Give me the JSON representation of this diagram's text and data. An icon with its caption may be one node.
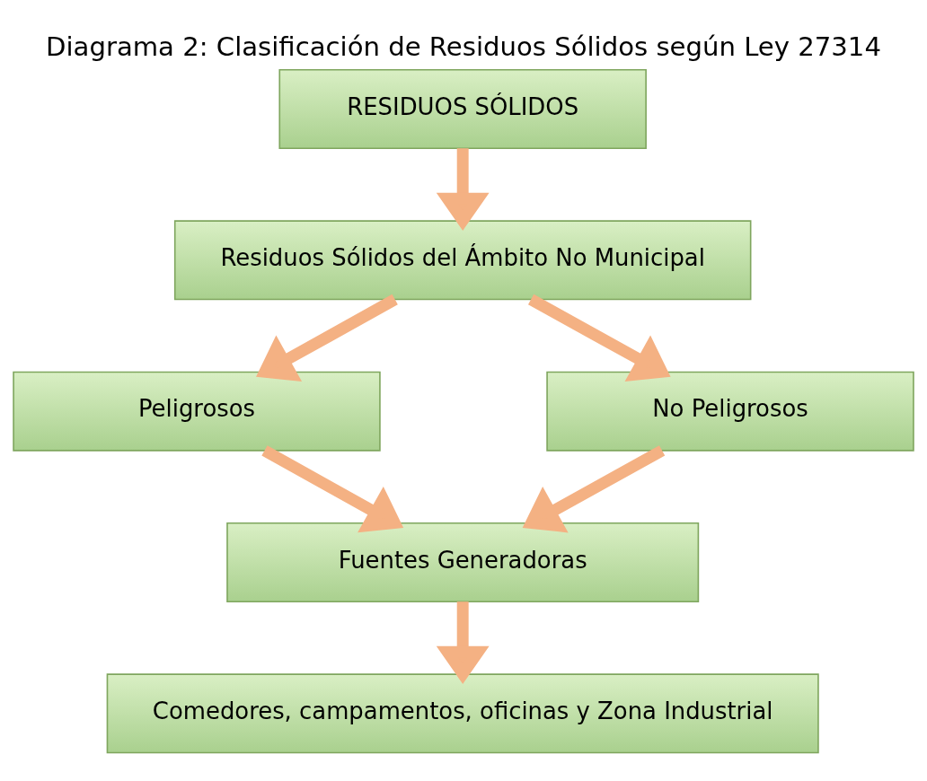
{
  "diagram": {
    "title": "Diagrama 2: Clasificación de Residuos Sólidos según Ley 27314",
    "nodes": [
      {
        "text": [
          "RESIDUOS SÓLIDOS"
        ]
      },
      {
        "text": [
          "Residuos Sólidos del Ámbito No Municipal"
        ]
      },
      {
        "text": [
          "Peligrosos"
        ]
      },
      {
        "text": [
          "No Peligrosos"
        ]
      },
      {
        "text": [
          "Fuentes Generadoras"
        ]
      },
      {
        "text": [
          "Comedores, campamentos, oficinas y Zona Industrial"
        ]
      }
    ],
    "edges": [
      {
        "from": 0,
        "to": 1,
        "arrow": "to"
      },
      {
        "from": 1,
        "to": 2,
        "arrow": "to"
      },
      {
        "from": 1,
        "to": 3,
        "arrow": "to"
      },
      {
        "from": 2,
        "to": 4,
        "arrow": "to"
      },
      {
        "from": 3,
        "to": 4,
        "arrow": "to"
      },
      {
        "from": 4,
        "to": 5,
        "arrow": "to"
      }
    ]
  }
}
